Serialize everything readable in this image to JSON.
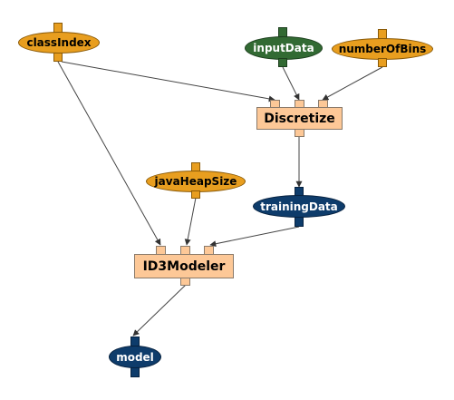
{
  "nodes": {
    "classIndex": "classIndex",
    "inputData": "inputData",
    "numberOfBins": "numberOfBins",
    "discretize": "Discretize",
    "javaHeapSize": "javaHeapSize",
    "trainingData": "trainingData",
    "id3Modeler": "ID3Modeler",
    "model": "model"
  },
  "colors": {
    "parameter": "#e89e1f",
    "input": "#326a33",
    "data": "#0e3c6b",
    "process": "#fdc897",
    "edge": "#333333"
  }
}
